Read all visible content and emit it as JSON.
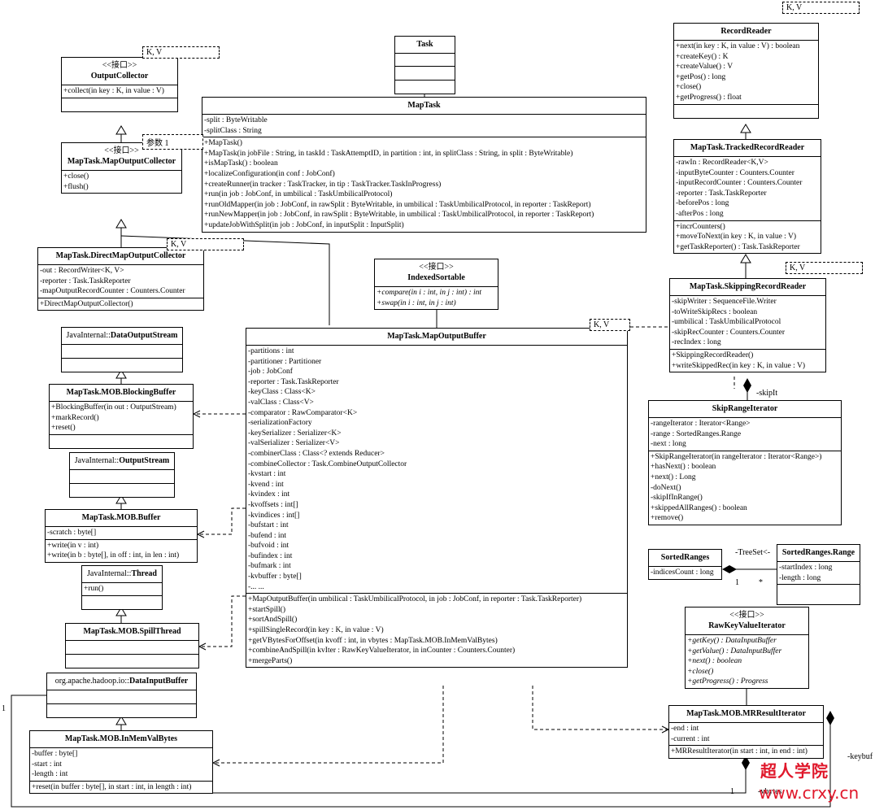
{
  "classes": {
    "task": {
      "title": "Task"
    },
    "mapTask": {
      "title": "MapTask",
      "attrs": [
        "-split : ByteWritable",
        "-splitClass : String"
      ],
      "ops": [
        "+MapTask()",
        "+MapTask(in jobFile : String, in taskId : TaskAttemptID, in partition : int, in splitClass : String, in split : ByteWritable)",
        "+isMapTask() : boolean",
        "+localizeConfiguration(in conf : JobConf)",
        "+createRunner(in tracker : TaskTracker, in tip : TaskTracker.TaskInProgress)",
        "+run(in job : JobConf, in umbilical : TaskUmbilicalProtocol)",
        "+runOldMapper(in job : JobConf, in rawSplit : ByteWritable, in umbilical : TaskUmbilicalProtocol, in reporter : TaskReport)",
        "+runNewMapper(in job : JobConf, in rawSplit : ByteWritable, in umbilical : TaskUmbilicalProtocol, in reporter : TaskReport)",
        "+updateJobWithSplit(in job : JobConf, in inputSplit : InputSplit)"
      ]
    },
    "outputCollector": {
      "stereotype": "<<接口>>",
      "title": "OutputCollector",
      "ops": [
        "+collect(in key : K, in value : V)"
      ]
    },
    "mapOutputCollector": {
      "stereotype": "<<接口>>",
      "title": "MapTask.MapOutputCollector",
      "ops": [
        "+close()",
        "+flush()"
      ]
    },
    "directMapOutputCollector": {
      "title": "MapTask.DirectMapOutputCollector",
      "attrs": [
        "-out : RecordWriter<K, V>",
        "-reporter : Task.TaskReporter",
        "-mapOutputRecordCounter : Counters.Counter"
      ],
      "ops": [
        "+DirectMapOutputCollector()"
      ]
    },
    "dataOutputStream": {
      "prefix": "JavaInternal::",
      "title": "DataOutputStream"
    },
    "blockingBuffer": {
      "title": "MapTask.MOB.BlockingBuffer",
      "ops": [
        "+BlockingBuffer(in out : OutputStream)",
        "+markRecord()",
        "+reset()"
      ]
    },
    "outputStream": {
      "prefix": "JavaInternal::",
      "title": "OutputStream"
    },
    "mobBuffer": {
      "title": "MapTask.MOB.Buffer",
      "attrs": [
        "-scratch : byte[]"
      ],
      "ops": [
        "+write(in v : int)",
        "+write(in b : byte[], in off : int, in len : int)"
      ]
    },
    "thread": {
      "prefix": "JavaInternal::",
      "title": "Thread",
      "ops": [
        "+run()"
      ]
    },
    "spillThread": {
      "title": "MapTask.MOB.SpillThread"
    },
    "dataInputBuffer": {
      "prefix": "org.apache.hadoop.io::",
      "title": "DataInputBuffer"
    },
    "inMemValBytes": {
      "title": "MapTask.MOB.InMemValBytes",
      "attrs": [
        "-buffer : byte[]",
        "-start : int",
        "-length : int"
      ],
      "ops": [
        "+reset(in buffer : byte[], in start : int, in length : int)"
      ]
    },
    "indexedSortable": {
      "stereotype": "<<接口>>",
      "title": "IndexedSortable",
      "ops": [
        "+compare(in i : int, in j : int) : int",
        "+swap(in i : int, in j : int)"
      ]
    },
    "mapOutputBuffer": {
      "title": "MapTask.MapOutputBuffer",
      "attrs": [
        "-partitions : int",
        "-partitioner : Partitioner",
        "-job : JobConf",
        "-reporter : Task.TaskReporter",
        "-keyClass : Class<K>",
        "-valClass : Class<V>",
        "-comparator : RawComparator<K>",
        "-serializationFactory",
        "-keySerializer : Serializer<K>",
        "-valSerializer : Serializer<V>",
        "-combinerClass : Class<? extends Reducer>",
        "-combineCollector : Task.CombineOutputCollector",
        "-kvstart : int",
        "-kvend : int",
        "-kvindex : int",
        "-kvoffsets : int[]",
        "-kvindices : int[]",
        "-bufstart : int",
        "-bufend : int",
        "-bufvoid : int",
        "-bufindex : int",
        "-bufmark : int",
        "-kvbuffer : byte[]",
        "-... ..."
      ],
      "ops": [
        "+MapOutputBuffer(in umbilical : TaskUmbilicalProtocol, in job : JobConf, in reporter : Task.TaskReporter)",
        "+startSpill()",
        "+sortAndSpill()",
        "+spillSingleRecord(in key : K, in value : V)",
        "+getVBytesForOffset(in kvoff : int, in vbytes : MapTask.MOB.InMemValBytes)",
        "+combineAndSpill(in kvIter : RawKeyValueIterator, in inCounter : Counters.Counter)",
        "+mergeParts()"
      ]
    },
    "recordReader": {
      "title": "RecordReader",
      "ops": [
        "+next(in key : K, in value : V) : boolean",
        "+createKey() : K",
        "+createValue() : V",
        "+getPos() : long",
        "+close()",
        "+getProgress() : float"
      ]
    },
    "trackedRecordReader": {
      "title": "MapTask.TrackedRecordReader",
      "attrs": [
        "-rawIn : RecordReader<K,V>",
        "-inputByteCounter : Counters.Counter",
        "-inputRecordCounter : Counters.Counter",
        "-reporter : Task.TaskReporter",
        "-beforePos : long",
        "-afterPos : long"
      ],
      "ops": [
        "+incrCounters()",
        "+moveToNext(in key : K, in value : V)",
        "+getTaskReporter() : Task.TaskReporter"
      ]
    },
    "skippingRecordReader": {
      "title": "MapTask.SkippingRecordReader",
      "attrs": [
        "-skipWriter : SequenceFile.Writer",
        "-toWriteSkipRecs : boolean",
        "-umbilical : TaskUmbilicalProtocol",
        "-skipRecCounter : Counters.Counter",
        "-recIndex : long"
      ],
      "ops": [
        "+SkippingRecordReader()",
        "+writeSkippedRec(in key : K, in value : V)"
      ]
    },
    "skipRangeIterator": {
      "title": "SkipRangeIterator",
      "attrs": [
        "-rangeIterator : Iterator<Range>",
        "-range : SortedRanges.Range",
        "-next : long"
      ],
      "ops": [
        "+SkipRangeIterator(in rangeIterator : Iterator<Range>)",
        "+hasNext() : boolean",
        "+next() : Long",
        "-doNext()",
        "-skipIfInRange()",
        "+skippedAllRanges() : boolean",
        "+remove()"
      ]
    },
    "sortedRanges": {
      "title": "SortedRanges",
      "attrs": [
        "-indicesCount : long"
      ]
    },
    "sortedRangesRange": {
      "title": "SortedRanges.Range",
      "attrs": [
        "-startIndex : long",
        "-length : long"
      ]
    },
    "rawKeyValueIterator": {
      "stereotype": "<<接口>>",
      "title": "RawKeyValueIterator",
      "ops": [
        "+getKey() : DataInputBuffer",
        "+getValue() : DataInputBuffer",
        "+next() : boolean",
        "+close()",
        "+getProgress() : Progress"
      ]
    },
    "mrResultIterator": {
      "title": "MapTask.MOB.MRResultIterator",
      "attrs": [
        "-end : int",
        "-current : int"
      ],
      "ops": [
        "+MRResultIterator(in start : int, in end : int)"
      ]
    }
  },
  "templateParams": {
    "kv": "K, V",
    "param1": "参数 1"
  },
  "labels": {
    "skipIt": "-skipIt",
    "treeSet": "-TreeSet<-",
    "one": "1",
    "star": "*",
    "keybuf": "-keybuf",
    "vbytes": "-vbytes",
    "leftOne": "1"
  },
  "watermark": {
    "name": "超人学院",
    "url": "www.crxy.cn",
    "color": "#e0182b"
  }
}
